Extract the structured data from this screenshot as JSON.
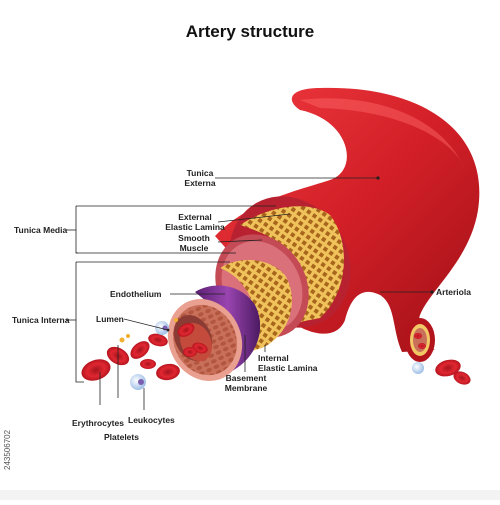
{
  "title": "Artery structure",
  "labels": {
    "tunica_externa": "Tunica\nExterna",
    "external_elastic_lamina": "External\nElastic Lamina",
    "tunica_media": "Tunica Media",
    "smooth_muscle": "Smooth\nMuscle",
    "endothelium": "Endothelium",
    "tunica_interna": "Tunica Interna",
    "lumen": "Lumen",
    "arteriola": "Arteriola",
    "internal_elastic_lamina": "Internal\nElastic Lamina",
    "basement_membrane": "Basement\nMembrane",
    "erythrocytes": "Erythrocytes",
    "leukocytes": "Leukocytes",
    "platelets": "Platelets"
  },
  "watermark_id": "243506702",
  "colors": {
    "externa": "#d8232a",
    "externa_dark": "#a3121a",
    "media_band": "#c44a55",
    "mesh": "#e8b24a",
    "internal_lamina": "#7b2f8f",
    "endothelium": "#c1624d",
    "erythrocyte": "#d61e2a",
    "leukocyte": "#cfe3ff"
  }
}
